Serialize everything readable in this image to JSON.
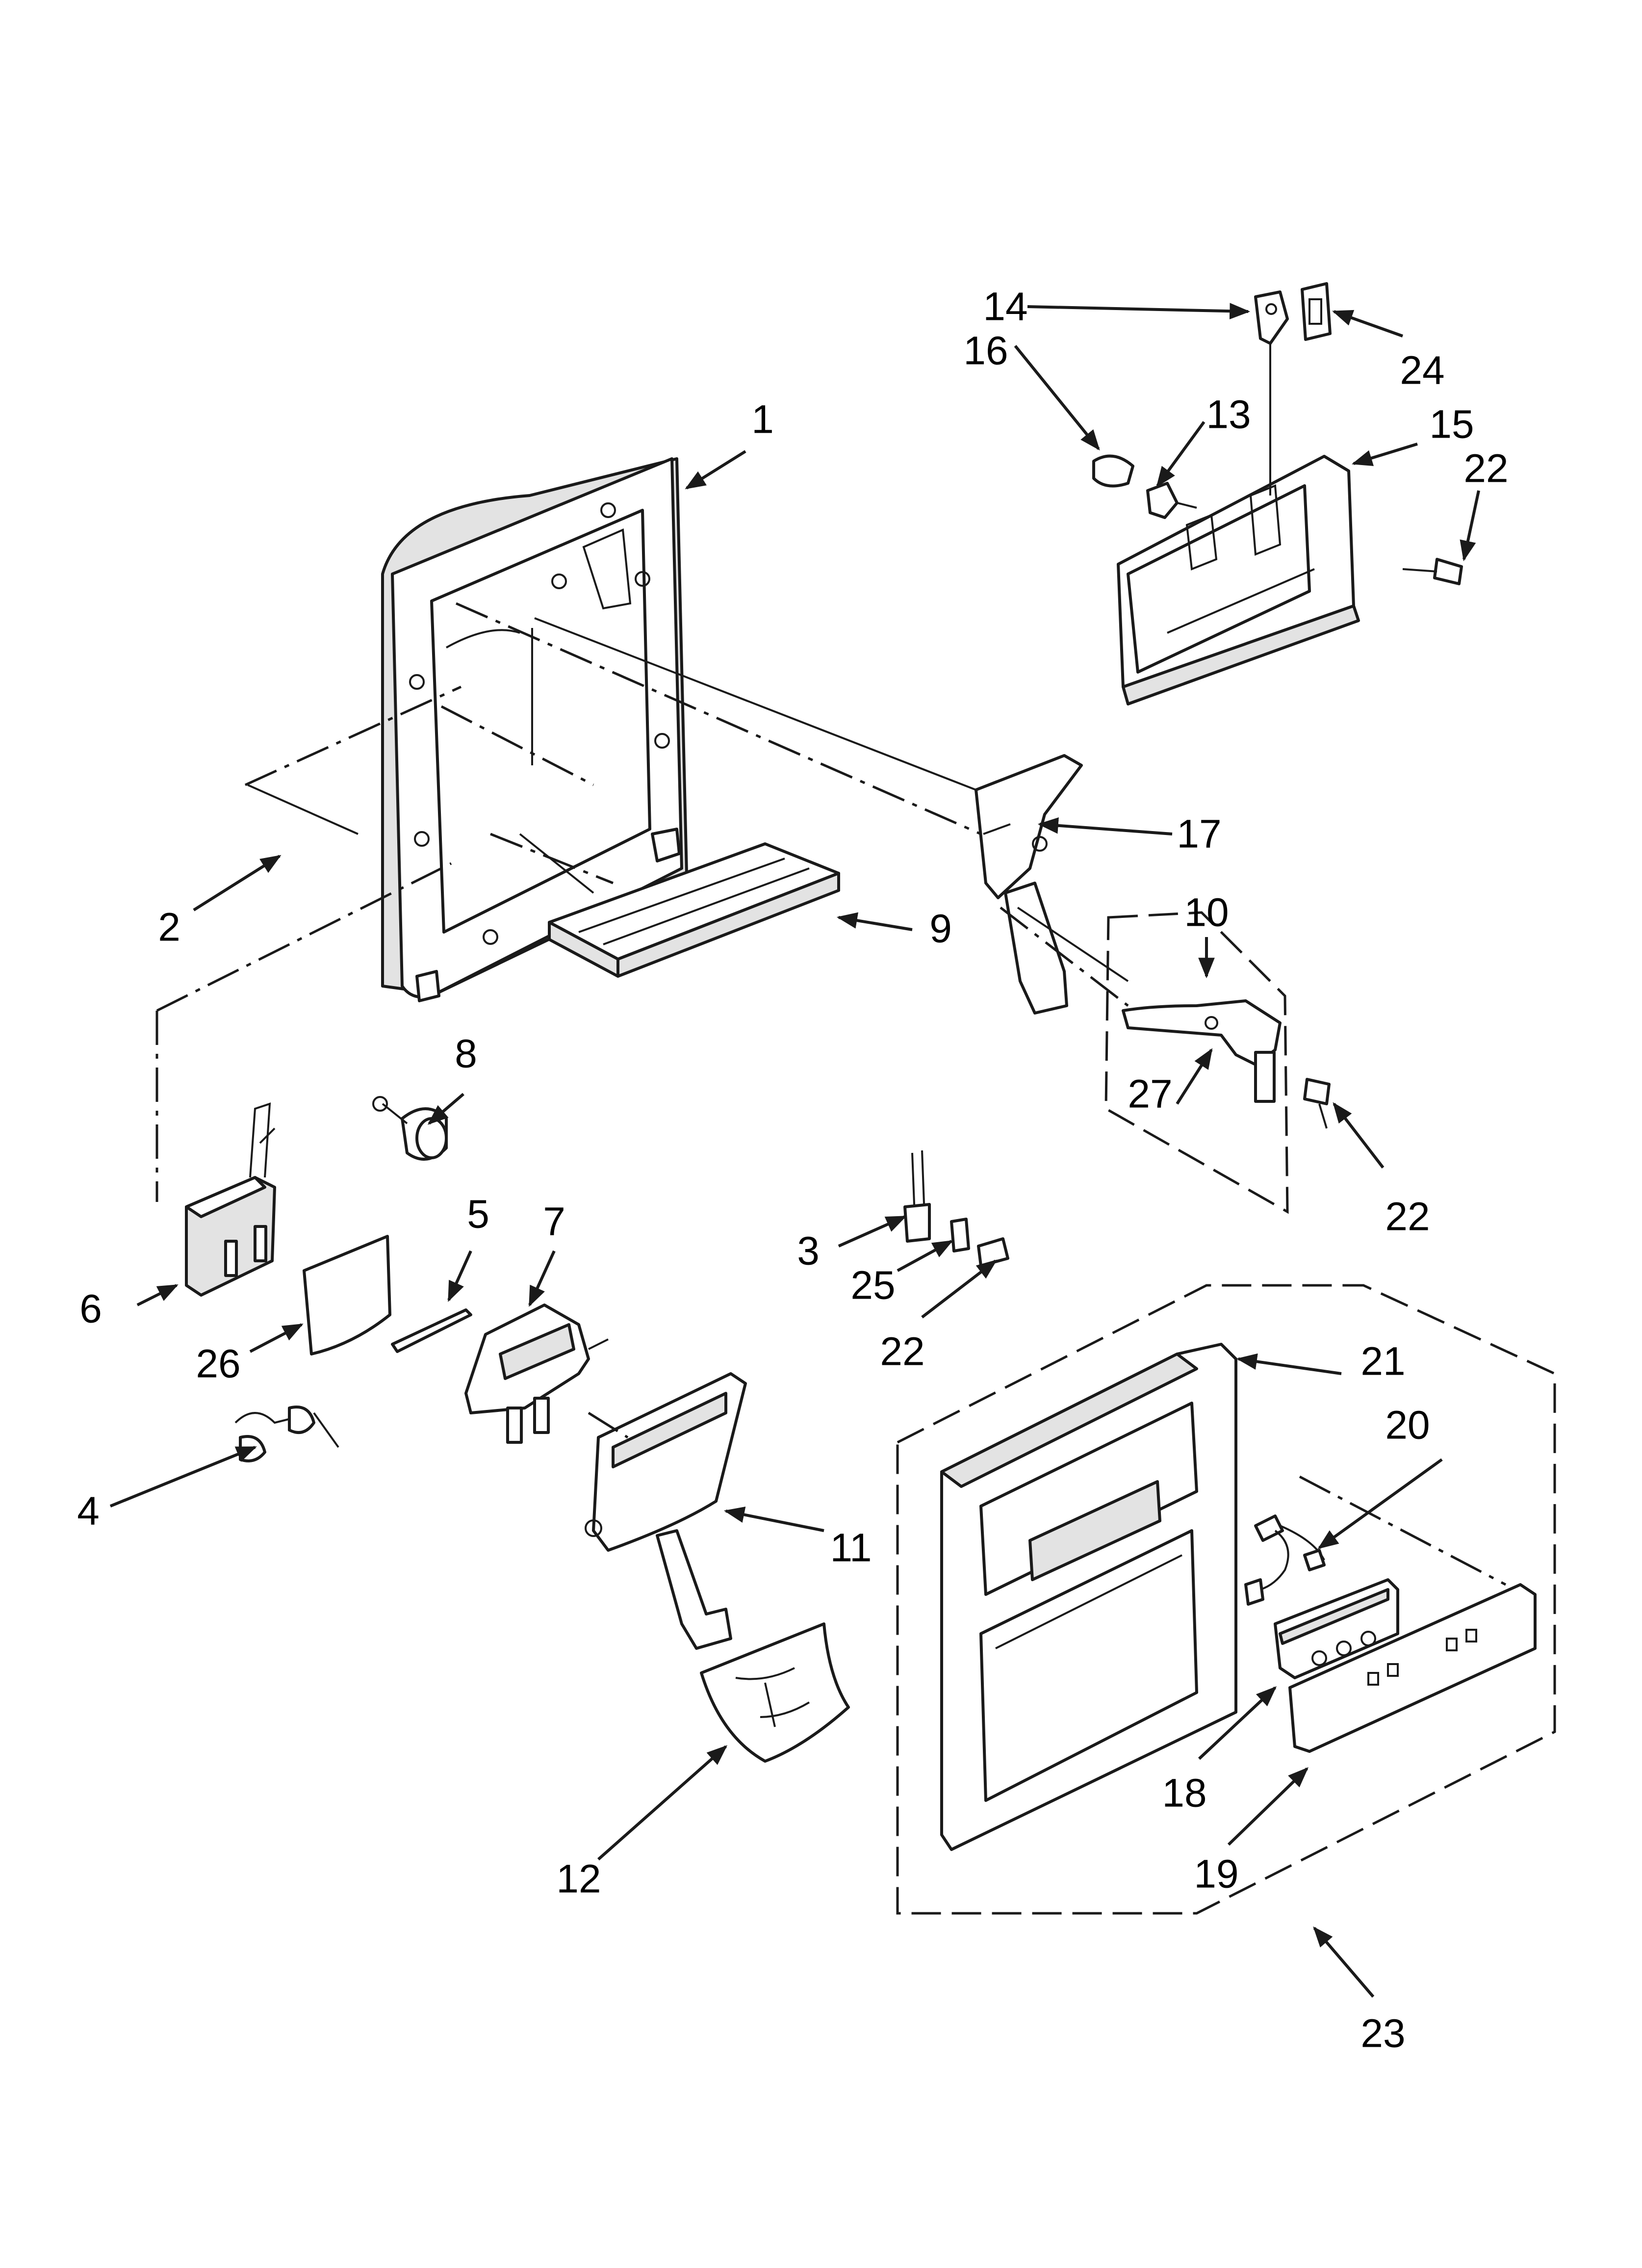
{
  "callouts": {
    "c1": "1",
    "c2": "2",
    "c3": "3",
    "c4": "4",
    "c5": "5",
    "c6": "6",
    "c7": "7",
    "c8": "8",
    "c9": "9",
    "c10": "10",
    "c11": "11",
    "c12": "12",
    "c13": "13",
    "c14": "14",
    "c15": "15",
    "c16": "16",
    "c17": "17",
    "c18": "18",
    "c19": "19",
    "c20": "20",
    "c21": "21",
    "c22a": "22",
    "c22b": "22",
    "c22c": "22",
    "c23": "23",
    "c24": "24",
    "c25": "25",
    "c26": "26",
    "c27": "27"
  },
  "colors": {
    "line": "#1a1a1a",
    "shade": "#e3e3e3",
    "background": "#ffffff"
  }
}
